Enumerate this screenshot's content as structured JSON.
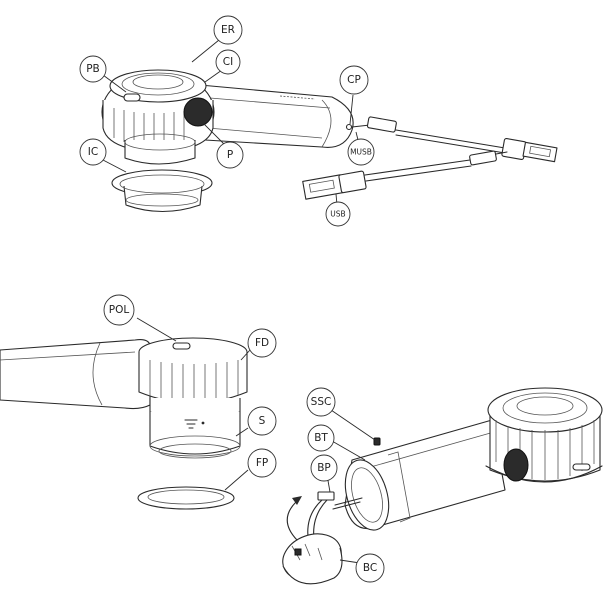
{
  "labels": {
    "ER": "ER",
    "CI": "CI",
    "PB": "PB",
    "CP": "CP",
    "IC": "IC",
    "P": "P",
    "MUSB": "MUSB",
    "USB": "USB",
    "POL": "POL",
    "FD": "FD",
    "S": "S",
    "FP": "FP",
    "SSC": "SSC",
    "BT": "BT",
    "BP": "BP",
    "BC": "BC"
  },
  "colors": {
    "line": "#2a2a2a",
    "fill": "#ffffff",
    "dark": "#2b2b2b"
  }
}
